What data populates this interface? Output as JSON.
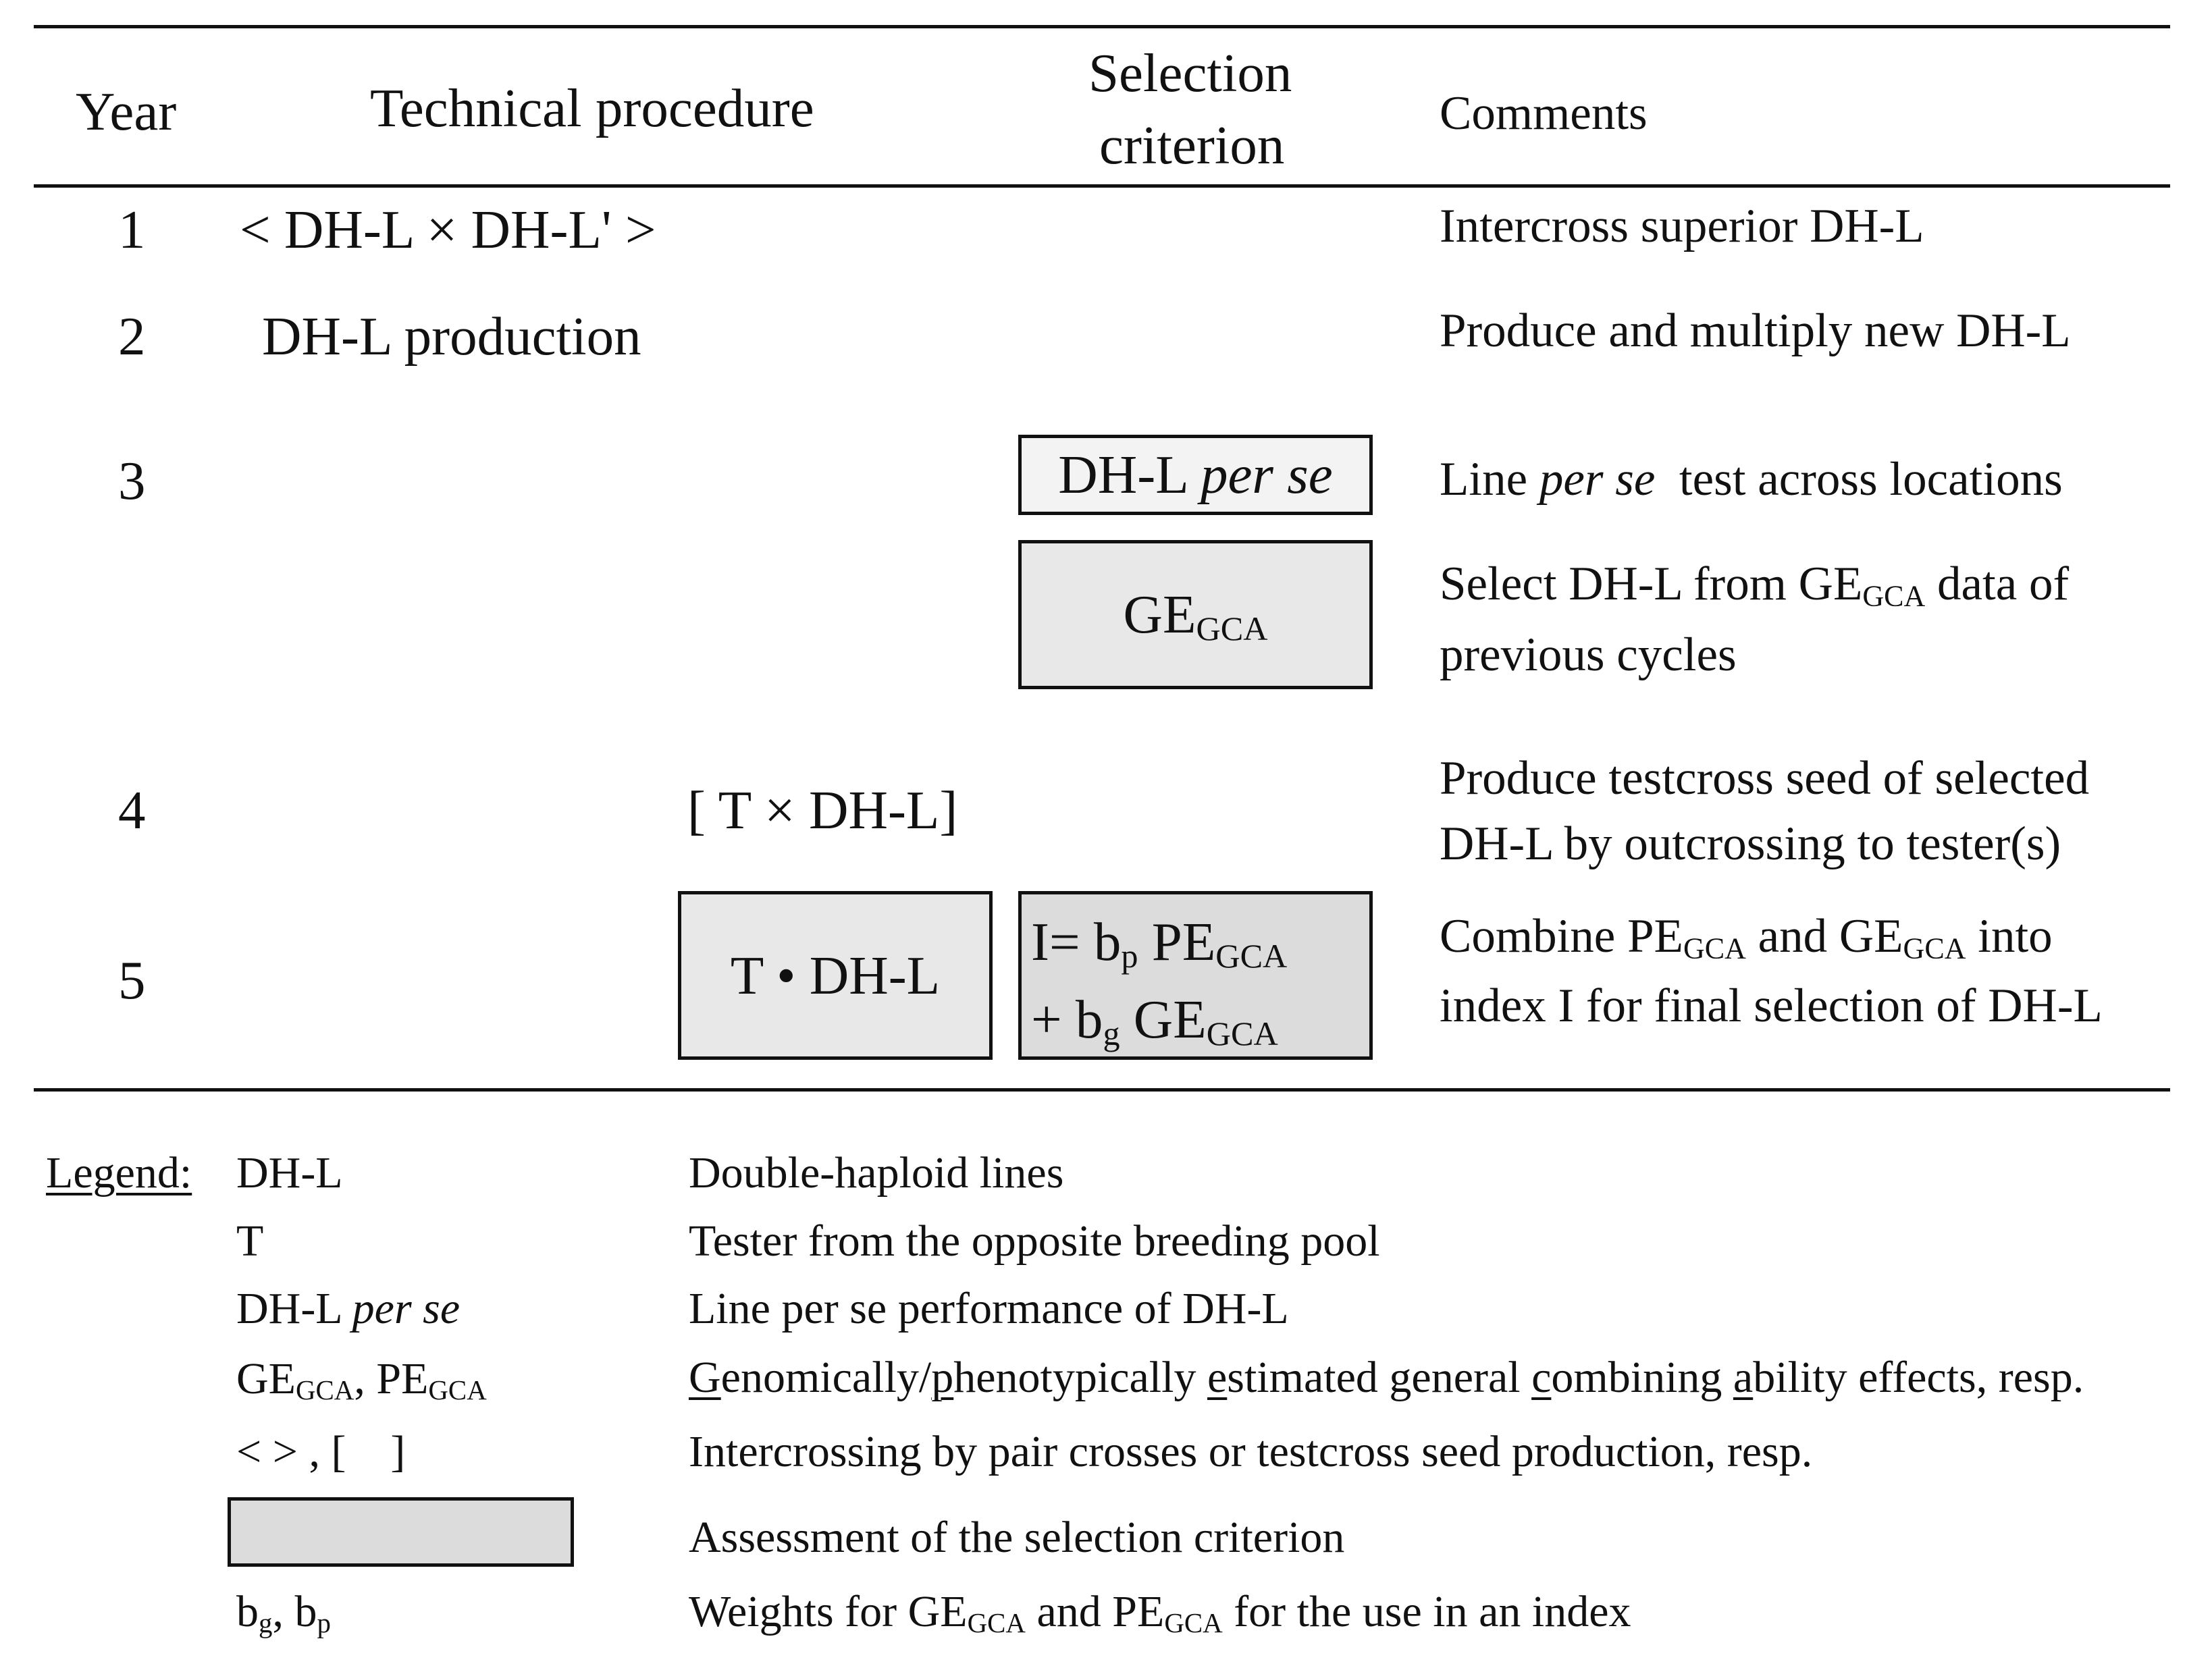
{
  "header": {
    "year": "Year",
    "procedure": "Technical procedure",
    "criterion_line1": "Selection",
    "criterion_line2": "criterion",
    "comments": "Comments"
  },
  "rows": [
    {
      "year": "1",
      "procedure": "< DH-L × DH-L' >",
      "comment": "Intercross superior DH-L"
    },
    {
      "year": "2",
      "procedure": "DH-L production",
      "comment": "Produce and multiply new DH-L"
    },
    {
      "year": "3",
      "criterion_a_main": "DH-L",
      "criterion_a_italic": "per se",
      "comment_a_pre": "Line",
      "comment_a_italic": "per se",
      "comment_a_post": "test across locations",
      "criterion_b_main": "GE",
      "criterion_b_sub": "GCA",
      "comment_b_pre": "Select DH-L from GE",
      "comment_b_sub": "GCA",
      "comment_b_post": "data of",
      "comment_b_line2": "previous cycles"
    },
    {
      "year": "4",
      "procedure": "[ T × DH-L]",
      "comment_line1": "Produce testcross seed of selected",
      "comment_line2": "DH-L by outcrossing to tester(s)"
    },
    {
      "year": "5",
      "procedure": "T • DH-L",
      "index_l1_a": "I= b",
      "index_l1_sub_p": "p",
      "index_l1_b": " PE",
      "index_l1_sub_gca": "GCA",
      "index_l2_a": "+ b",
      "index_l2_sub_g": "g",
      "index_l2_b": " GE",
      "index_l2_sub_gca": "GCA",
      "comment_l1_a": "Combine PE",
      "comment_l1_sub1": "GCA",
      "comment_l1_b": " and GE",
      "comment_l1_sub2": "GCA",
      "comment_l1_c": " into",
      "comment_line2": "index I for final selection of DH-L"
    }
  ],
  "legend": {
    "title": "Legend:",
    "items": [
      {
        "term": "DH-L",
        "desc": "Double-haploid lines"
      },
      {
        "term": "T",
        "desc": "Tester from the opposite breeding pool"
      },
      {
        "term_main": "DH-L ",
        "term_italic": "per se",
        "desc": "Line per se performance of  DH-L"
      },
      {
        "term_a": "GE",
        "term_sub1": "GCA",
        "term_b": ", PE",
        "term_sub2": "GCA",
        "desc_parts": [
          "G",
          "enomically/",
          "p",
          "henotypically ",
          "e",
          "stimated ",
          "g",
          "eneral ",
          "c",
          "ombining ",
          "a",
          "bility effects, resp."
        ]
      },
      {
        "term": "< > , [    ]",
        "desc": "Intercrossing by pair crosses or testcross seed production, resp."
      },
      {
        "term": "",
        "desc": "Assessment of the selection criterion"
      },
      {
        "term_a": "b",
        "term_sub1": "g",
        "term_b": ", b",
        "term_sub2": "p",
        "desc_a": "Weights for GE",
        "desc_sub1": "GCA",
        "desc_b": " and PE",
        "desc_sub2": "GCA",
        "desc_c": " for the use in an index"
      }
    ]
  },
  "colors": {
    "line": "#111111",
    "box_fill_light": "#e8e8e8",
    "box_fill_dark": "#dcdcdc"
  }
}
